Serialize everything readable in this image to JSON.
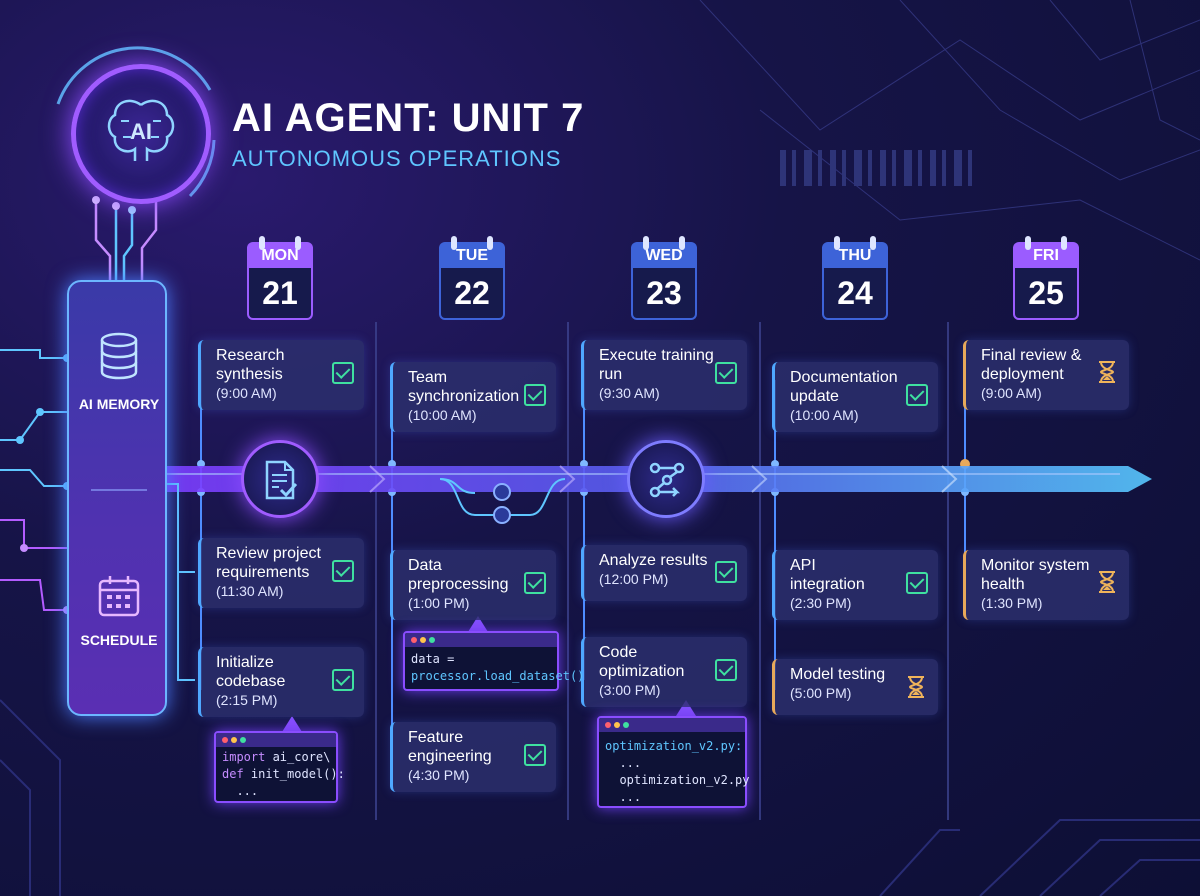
{
  "header": {
    "title": "AI AGENT: UNIT 7",
    "subtitle": "AUTONOMOUS OPERATIONS",
    "logo_text": "AI"
  },
  "side_panel": {
    "memory_label": "AI MEMORY",
    "schedule_label": "SCHEDULE"
  },
  "days": [
    {
      "day": "MON",
      "date": "21",
      "accent": "#9b5cff",
      "tasks": [
        {
          "title": "Research synthesis",
          "time": "(9:00 AM)",
          "status": "done"
        },
        {
          "title": "Review project requirements",
          "time": "(11:30 AM)",
          "status": "done"
        },
        {
          "title": "Initialize codebase",
          "time": "(2:15 PM)",
          "status": "done"
        }
      ]
    },
    {
      "day": "TUE",
      "date": "22",
      "accent": "#3d63d8",
      "tasks": [
        {
          "title": "Team synchronization",
          "time": "(10:00 AM)",
          "status": "done"
        },
        {
          "title": "Data preprocessing",
          "time": "(1:00 PM)",
          "status": "done"
        },
        {
          "title": "Feature engineering",
          "time": "(4:30 PM)",
          "status": "done"
        }
      ]
    },
    {
      "day": "WED",
      "date": "23",
      "accent": "#3d63d8",
      "tasks": [
        {
          "title": "Execute training run",
          "time": "(9:30 AM)",
          "status": "done"
        },
        {
          "title": "Analyze results",
          "time": "(12:00 PM)",
          "status": "done"
        },
        {
          "title": "Code optimization",
          "time": "(3:00 PM)",
          "status": "done"
        }
      ]
    },
    {
      "day": "THU",
      "date": "24",
      "accent": "#3d63d8",
      "tasks": [
        {
          "title": "Documentation update",
          "time": "(10:00 AM)",
          "status": "done"
        },
        {
          "title": "API integration",
          "time": "(2:30 PM)",
          "status": "done"
        },
        {
          "title": "Model testing",
          "time": "(5:00 PM)",
          "status": "pending"
        }
      ]
    },
    {
      "day": "FRI",
      "date": "25",
      "accent": "#9b5cff",
      "tasks": [
        {
          "title": "Final review & deployment",
          "time": "(9:00 AM)",
          "status": "pending"
        },
        {
          "title": "Monitor system health",
          "time": "(1:30 PM)",
          "status": "pending"
        }
      ]
    }
  ],
  "snippets": {
    "mon": {
      "kw1": "import",
      "l1": " ai_core\\",
      "kw2": "def",
      "l2": " init_model():",
      "l3": "  ..."
    },
    "tue": {
      "l1": "data =",
      "l2": "processor.load_dataset()"
    },
    "wed": {
      "l1": "optimization_v2.py:",
      "l2": "  ...",
      "l3": "  optimization_v2.py",
      "l4": "  ..."
    }
  },
  "colors": {
    "accent_blue": "#5fc6ff",
    "accent_purple": "#9b5cff",
    "check_green": "#3fe0a0",
    "pending_orange": "#e7a95a"
  }
}
